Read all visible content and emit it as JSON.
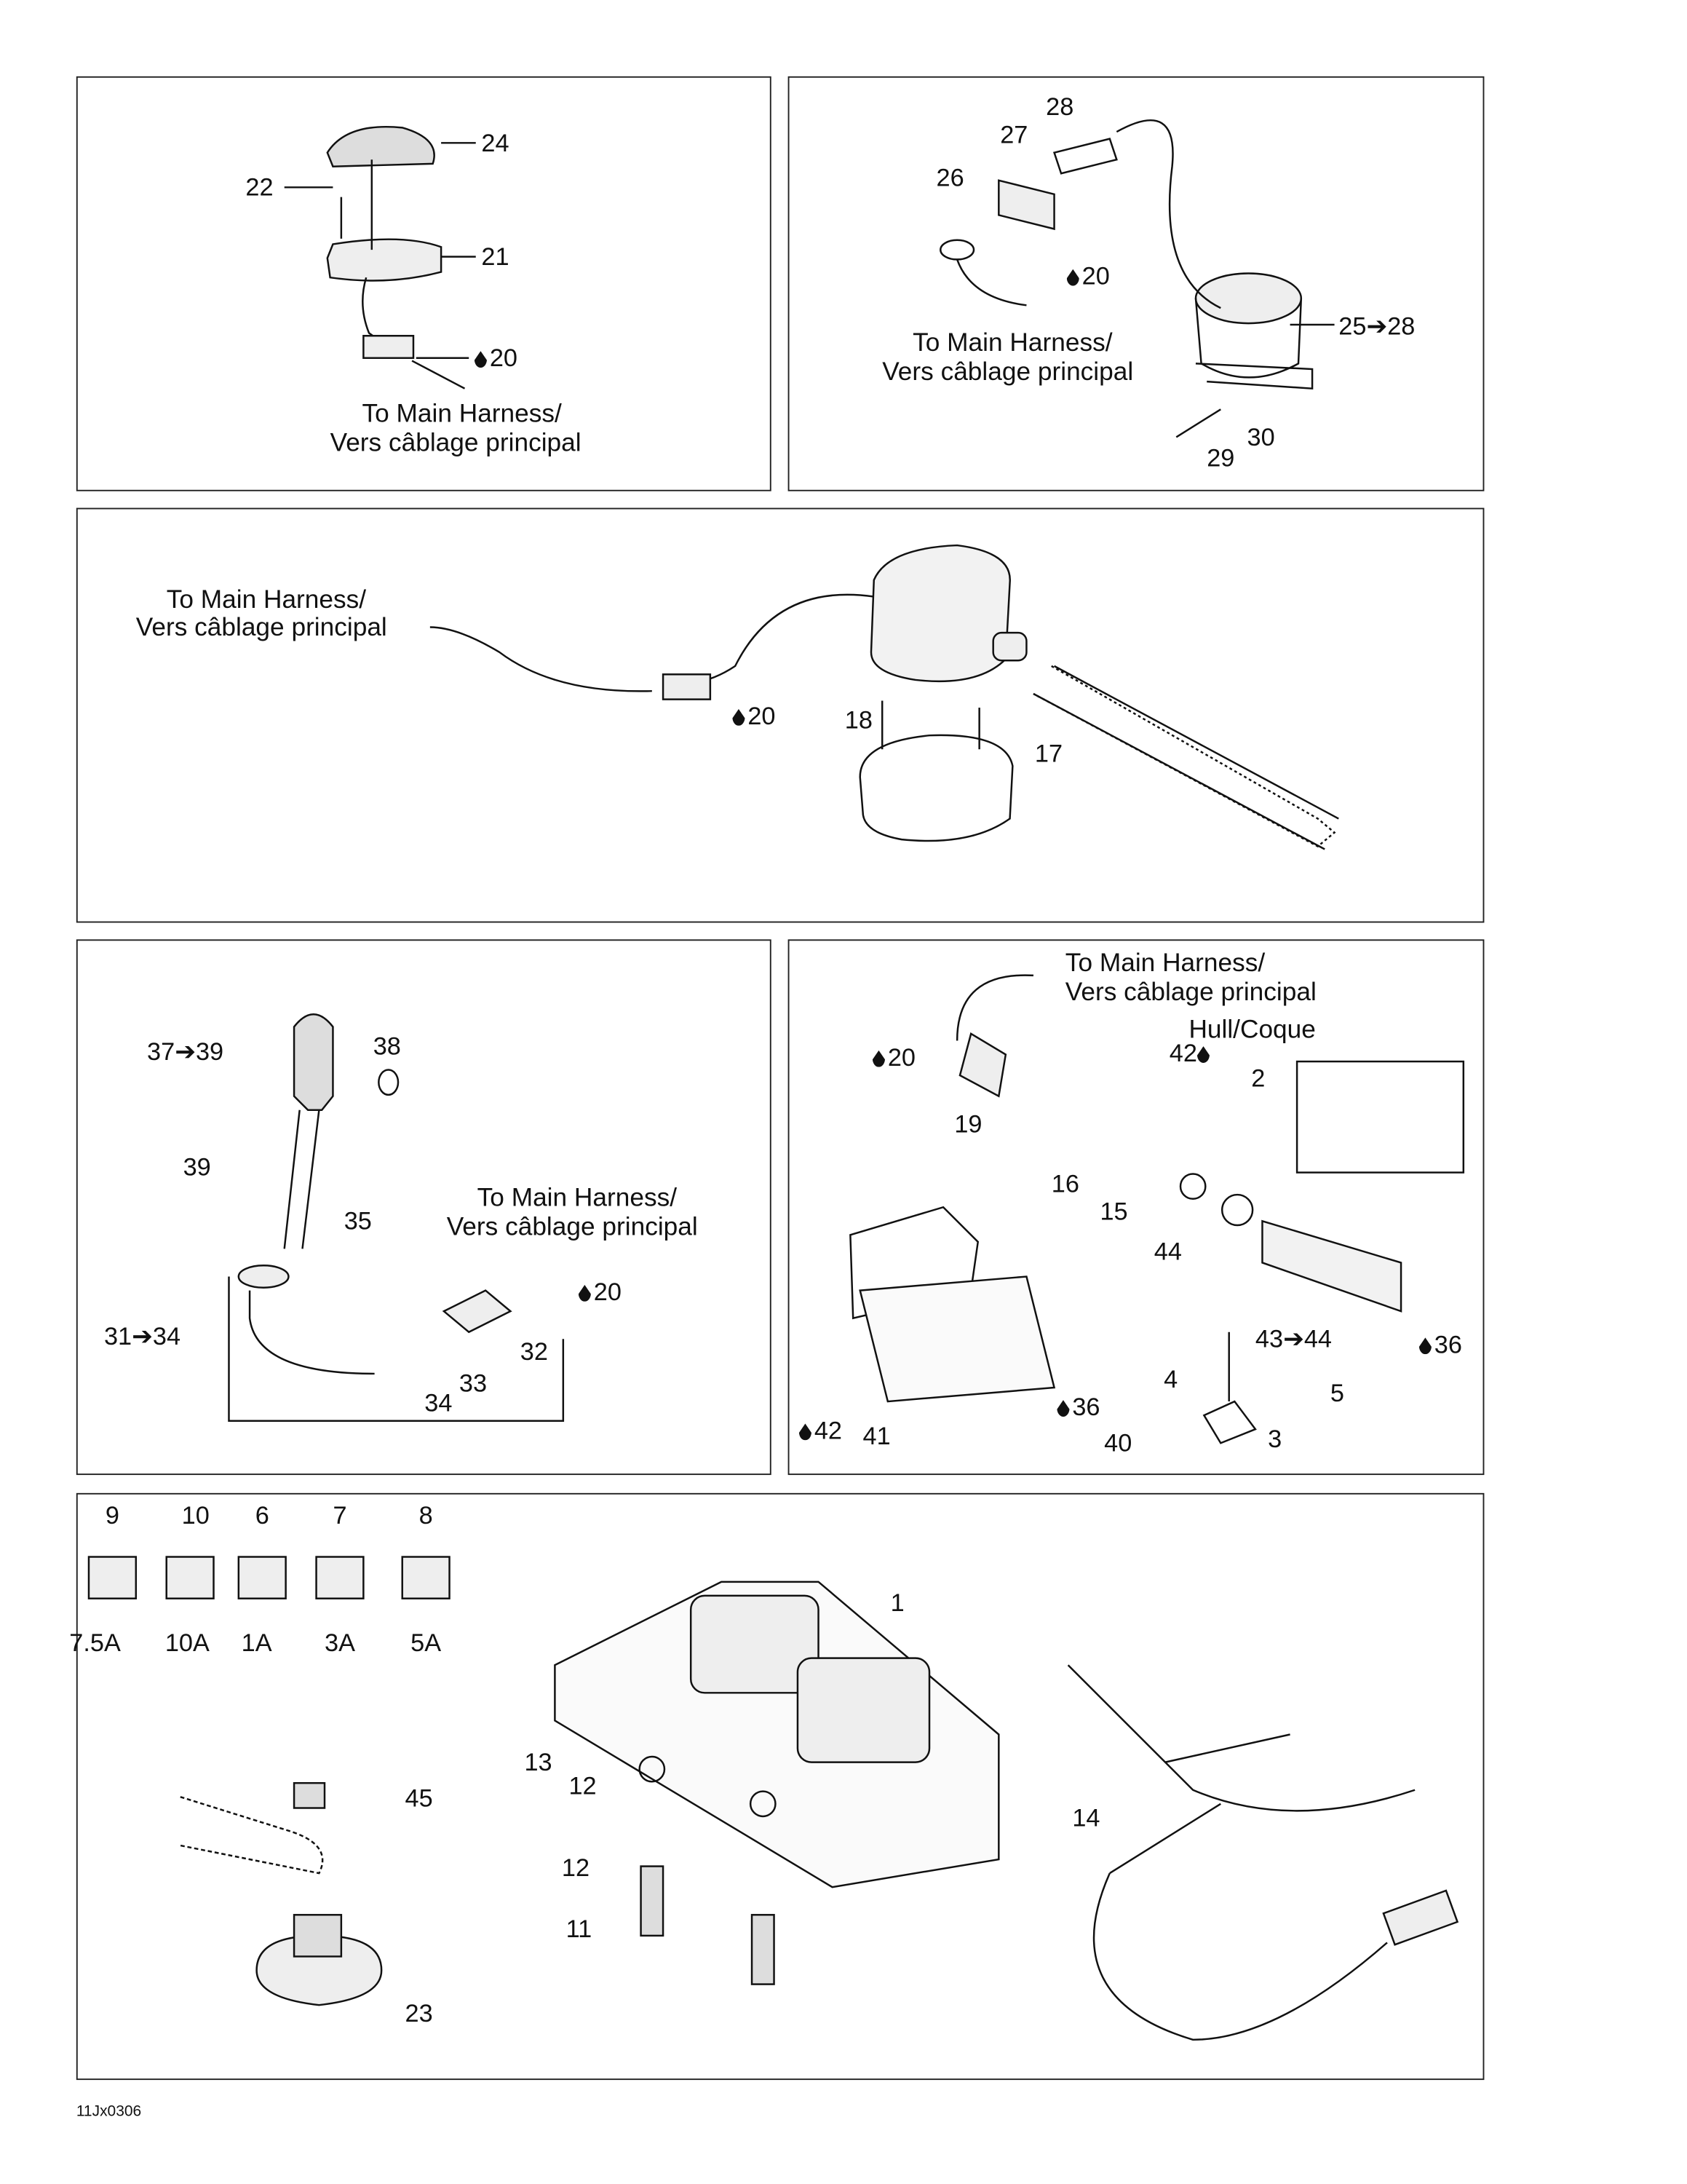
{
  "harness_label": {
    "en": "To Main Harness/",
    "fr": "Vers câblage principal"
  },
  "hull_label": "Hull/Coque",
  "drop_icon": "lubricant-drop-icon",
  "p1": [
    "24",
    "22",
    "21",
    "20"
  ],
  "p2": [
    "28",
    "27",
    "26",
    "20",
    "25➔28",
    "30",
    "29"
  ],
  "p3": [
    "20",
    "18",
    "17"
  ],
  "p4": [
    "38",
    "37➔39",
    "39",
    "35",
    "20",
    "31➔34",
    "32",
    "33",
    "34"
  ],
  "p5": [
    "20",
    "42",
    "2",
    "19",
    "16",
    "15",
    "44",
    "43➔44",
    "36",
    "4",
    "5",
    "3",
    "36",
    "40",
    "42",
    "41"
  ],
  "p6": {
    "fuses": [
      {
        "num": "9",
        "rating": "7.5A"
      },
      {
        "num": "10",
        "rating": "10A"
      },
      {
        "num": "6",
        "rating": "1A"
      },
      {
        "num": "7",
        "rating": "3A"
      },
      {
        "num": "8",
        "rating": "5A"
      }
    ],
    "labels": [
      "1",
      "13",
      "12",
      "12",
      "11",
      "14",
      "45",
      "23"
    ]
  },
  "footer_code": "11Jx0306"
}
